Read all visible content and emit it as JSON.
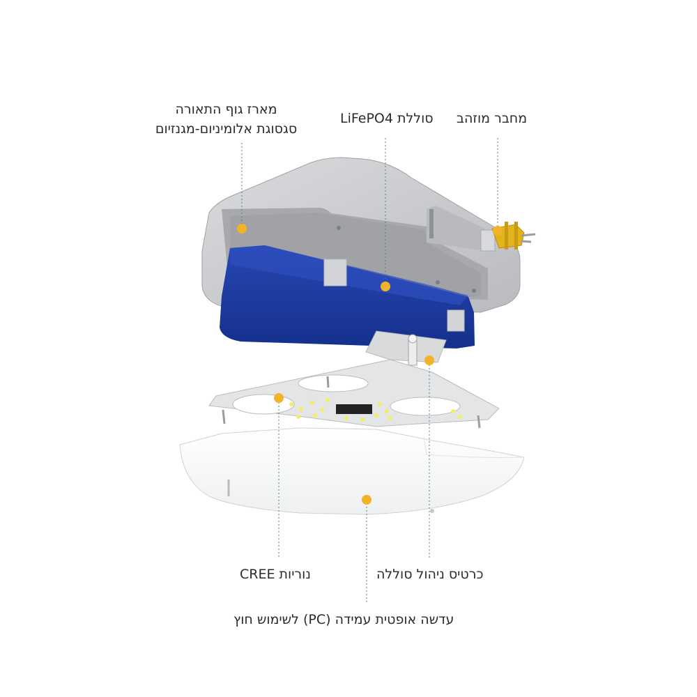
{
  "labels": {
    "housing_line1": "מארז גוף התאורה",
    "housing_line2": "סגסוגת אלומיניום-מגנזיום",
    "battery": "סוללת LiFePO4",
    "connector": "מחבר מוזהב",
    "leds": "נוריות CREE",
    "bms": "כרטיס ניהול סוללה",
    "lens": "עדשה אופטית עמידה (PC) לשימוש חוץ"
  },
  "colors": {
    "marker": "#f0b32a",
    "leader": "#5a7a86",
    "housing": "#c9cbcd",
    "battery": "#1f3ea3",
    "connector": "#e2b41c"
  }
}
